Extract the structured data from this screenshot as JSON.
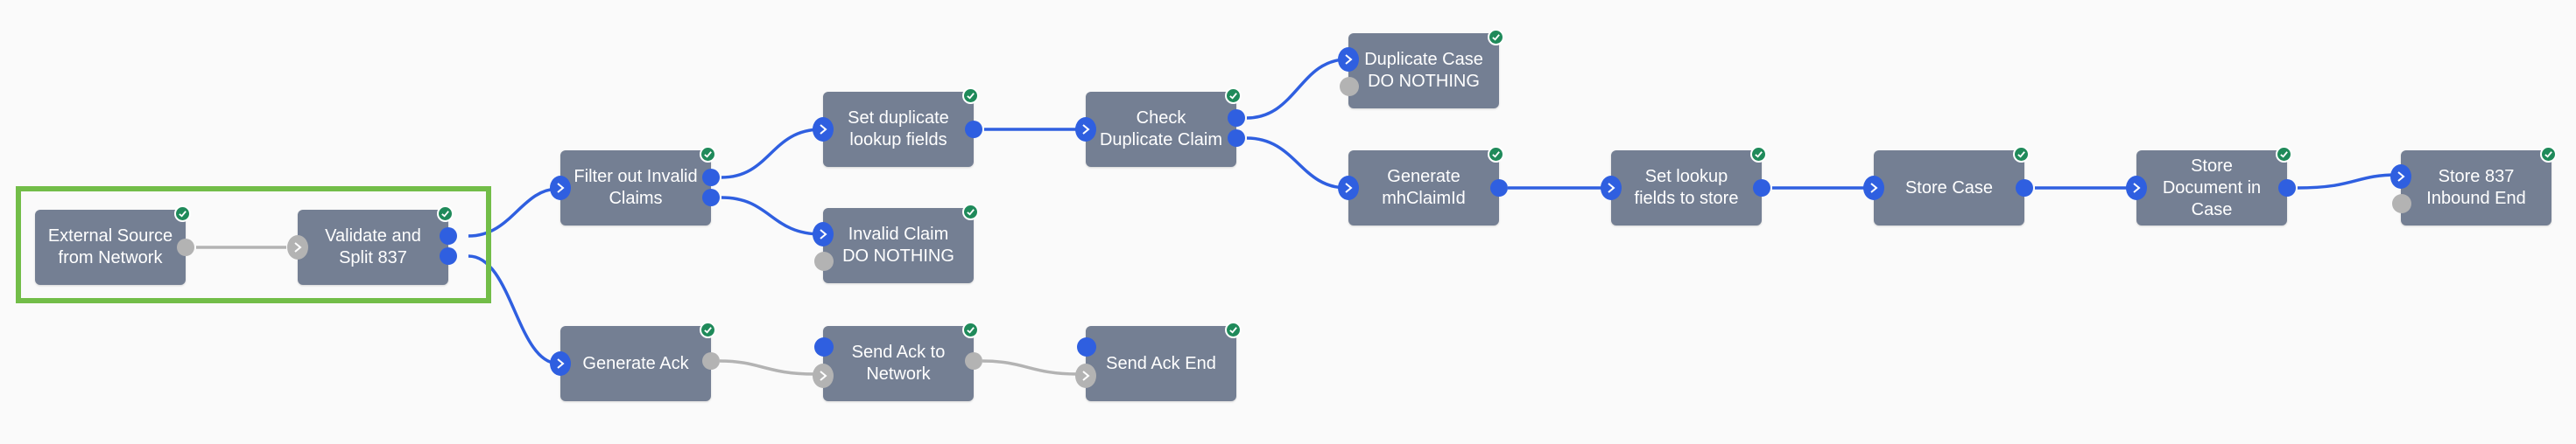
{
  "colors": {
    "node_bg": "#747f93",
    "edge_active": "#2f5fe0",
    "edge_inactive": "#b3b3b3",
    "selection": "#72bd48",
    "check": "#1f8a5a"
  },
  "nodes": {
    "external_source": {
      "label": "External Source from Network",
      "status_icon": "check-icon"
    },
    "validate_split": {
      "label": "Validate and Split 837",
      "status_icon": "check-icon"
    },
    "filter_invalid": {
      "label": "Filter out Invalid Claims",
      "status_icon": "check-icon"
    },
    "generate_ack": {
      "label": "Generate Ack",
      "status_icon": "check-icon"
    },
    "set_duplicate_lookup": {
      "label": "Set duplicate lookup fields",
      "status_icon": "check-icon"
    },
    "invalid_claim": {
      "label": "Invalid Claim DO NOTHING",
      "status_icon": "check-icon"
    },
    "send_ack": {
      "label": "Send Ack to Network",
      "status_icon": "check-icon"
    },
    "check_duplicate": {
      "label": "Check Duplicate Claim",
      "status_icon": "check-icon"
    },
    "send_ack_end": {
      "label": "Send Ack End",
      "status_icon": "check-icon"
    },
    "duplicate_case": {
      "label": "Duplicate Case DO NOTHING",
      "status_icon": "check-icon"
    },
    "generate_mhclaimid": {
      "label": "Generate mhClaimId",
      "status_icon": "check-icon"
    },
    "set_lookup_store": {
      "label": "Set lookup fields to store",
      "status_icon": "check-icon"
    },
    "store_case": {
      "label": "Store Case",
      "status_icon": "check-icon"
    },
    "store_document": {
      "label": "Store Document in Case",
      "status_icon": "check-icon"
    },
    "store_837_end": {
      "label": "Store 837 Inbound End",
      "status_icon": "check-icon"
    }
  },
  "selection": {
    "selected_nodes": [
      "external_source",
      "validate_split"
    ]
  }
}
